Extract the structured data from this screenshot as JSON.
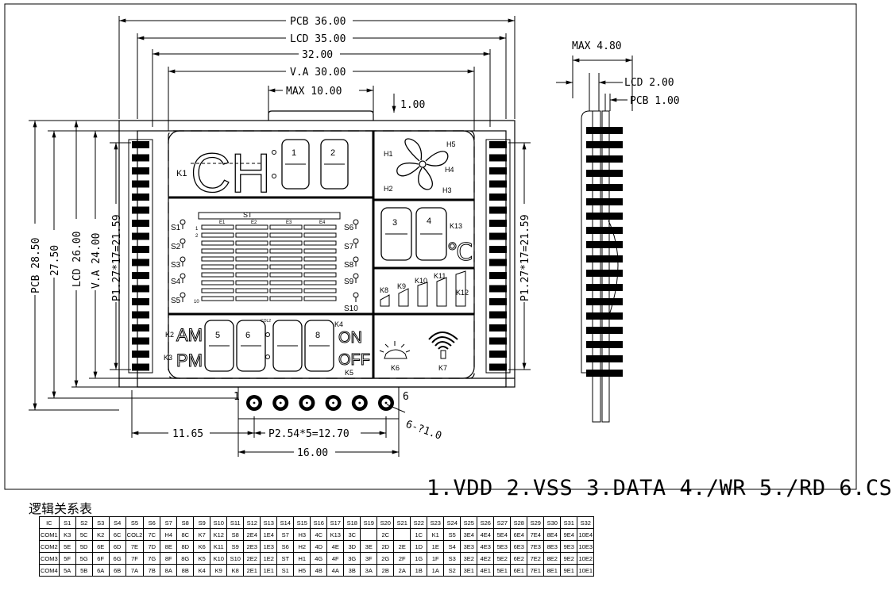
{
  "dims": {
    "pcb_w": "PCB 36.00",
    "lcd_w": "LCD 35.00",
    "d32": "32.00",
    "va_w": "V.A 30.00",
    "max10": "MAX 10.00",
    "d100": "1.00",
    "max480": "MAX 4.80",
    "lcd2": "LCD 2.00",
    "pcb1": "PCB 1.00",
    "pcb_h": "PCB 28.50",
    "d275": "27.50",
    "lcd_h": "LCD 26.00",
    "va_h": "V.A 24.00",
    "pitch_l": "P1.27*17=21.59",
    "pitch_r": "P1.27*17=21.59",
    "d1165": "11.65",
    "p254": "P2.54*5=12.70",
    "d16": "16.00",
    "hole": "6-?1.0",
    "pin1": "1",
    "pin6": "6"
  },
  "lcd": {
    "ch": "CH",
    "k1": "K1",
    "d1": "1",
    "d2": "2",
    "d3": "3",
    "d4": "4",
    "d5": "5",
    "d6": "6",
    "d8": "8",
    "h1": "H1",
    "h2": "H2",
    "h3": "H3",
    "h4": "H4",
    "h5": "H5",
    "k13": "K13",
    "degc": "℃",
    "st": "ST",
    "e1": "E1",
    "e2": "E2",
    "e3": "E3",
    "e4": "E4",
    "s1": "S1",
    "s2": "S2",
    "s3": "S3",
    "s4": "S4",
    "s5": "S5",
    "s6": "S6",
    "s7": "S7",
    "s8": "S8",
    "s9": "S9",
    "s10": "S10",
    "row1": "1",
    "row2": "2",
    "row10": "10",
    "k8": "K8",
    "k9": "K9",
    "k10": "K10",
    "k11": "K11",
    "k12": "K12",
    "k2": "K2",
    "am": "AM",
    "k3": "K3",
    "pm": "PM",
    "col2": "COL2",
    "k4": "K4",
    "on": "ON",
    "off": "OFF",
    "k5": "K5",
    "k6": "K6",
    "k7": "K7"
  },
  "pins_text": "1.VDD 2.VSS 3.DATA 4./WR 5./RD 6.CS",
  "table_title": "逻辑关系表",
  "table": [
    [
      "IC",
      "S1",
      "S2",
      "S3",
      "S4",
      "S5",
      "S6",
      "S7",
      "S8",
      "S9",
      "S10",
      "S11",
      "S12",
      "S13",
      "S14",
      "S15",
      "S16",
      "S17",
      "S18",
      "S19",
      "S20",
      "S21",
      "S22",
      "S23",
      "S24",
      "S25",
      "S26",
      "S27",
      "S28",
      "S29",
      "S30",
      "S31",
      "S32"
    ],
    [
      "COM1",
      "K3",
      "5C",
      "K2",
      "6C",
      "COL2",
      "7C",
      "H4",
      "8C",
      "K7",
      "K12",
      "S8",
      "2E4",
      "1E4",
      "S7",
      "H3",
      "4C",
      "K13",
      "3C",
      "",
      "2C",
      "",
      "1C",
      "K1",
      "S5",
      "3E4",
      "4E4",
      "5E4",
      "6E4",
      "7E4",
      "8E4",
      "9E4",
      "10E4"
    ],
    [
      "COM2",
      "5E",
      "5D",
      "6E",
      "6D",
      "7E",
      "7D",
      "8E",
      "8D",
      "K6",
      "K11",
      "S9",
      "2E3",
      "1E3",
      "S6",
      "H2",
      "4D",
      "4E",
      "3D",
      "3E",
      "2D",
      "2E",
      "1D",
      "1E",
      "S4",
      "3E3",
      "4E3",
      "5E3",
      "6E3",
      "7E3",
      "8E3",
      "9E3",
      "10E3"
    ],
    [
      "COM3",
      "5F",
      "5G",
      "6F",
      "6G",
      "7F",
      "7G",
      "8F",
      "8G",
      "K5",
      "K10",
      "S10",
      "2E2",
      "1E2",
      "ST",
      "H1",
      "4G",
      "4F",
      "3G",
      "3F",
      "2G",
      "2F",
      "1G",
      "1F",
      "S3",
      "3E2",
      "4E2",
      "5E2",
      "6E2",
      "7E2",
      "8E2",
      "9E2",
      "10E2"
    ],
    [
      "COM4",
      "5A",
      "5B",
      "6A",
      "6B",
      "7A",
      "7B",
      "8A",
      "8B",
      "K4",
      "K9",
      "K8",
      "2E1",
      "1E1",
      "S1",
      "H5",
      "4B",
      "4A",
      "3B",
      "3A",
      "2B",
      "2A",
      "1B",
      "1A",
      "S2",
      "3E1",
      "4E1",
      "5E1",
      "6E1",
      "7E1",
      "8E1",
      "9E1",
      "10E1"
    ]
  ]
}
